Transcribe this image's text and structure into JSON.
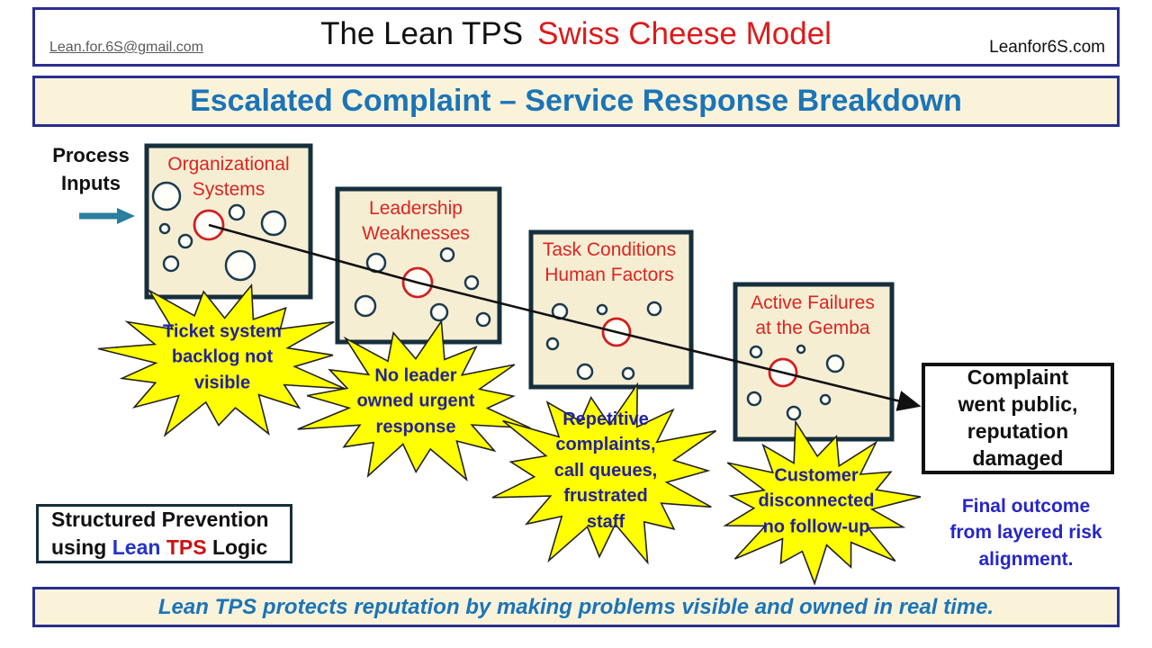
{
  "header": {
    "email": "Lean.for.6S@gmail.com",
    "title_black": "The Lean TPS",
    "title_red": "Swiss Cheese Model",
    "site": "Leanfor6S.com"
  },
  "title_bar": {
    "text": "Escalated Complaint – Service Response Breakdown"
  },
  "process_inputs": {
    "line1": "Process",
    "line2": "Inputs"
  },
  "slices": [
    {
      "label": "Organizational Systems",
      "label_lines": [
        "Organizational",
        "Systems"
      ],
      "failure": "Ticket system backlog not visible",
      "failure_lines": [
        "Ticket system",
        "backlog not",
        "visible"
      ]
    },
    {
      "label": "Leadership Weaknesses",
      "label_lines": [
        "Leadership",
        "Weaknesses"
      ],
      "failure": "No leader owned urgent response",
      "failure_lines": [
        "No leader",
        "owned urgent",
        "response"
      ]
    },
    {
      "label": "Task Conditions Human Factors",
      "label_lines": [
        "Task Conditions",
        "Human Factors"
      ],
      "failure": "Repetitive complaints, call queues, frustrated staff",
      "failure_lines": [
        "Repetitive",
        "complaints,",
        "call queues,",
        "frustrated",
        "staff"
      ]
    },
    {
      "label": "Active Failures at the Gemba",
      "label_lines": [
        "Active Failures",
        "at the Gemba"
      ],
      "failure": "Customer disconnected no follow-up",
      "failure_lines": [
        "Customer",
        "disconnected",
        "no follow-up"
      ]
    }
  ],
  "outcome_box": {
    "text": "Complaint went public, reputation damaged",
    "lines": [
      "Complaint",
      "went public,",
      "reputation",
      "damaged"
    ]
  },
  "final_outcome": {
    "text": "Final outcome from layered risk alignment.",
    "lines": [
      "Final outcome",
      "from layered risk",
      "alignment."
    ]
  },
  "prevention_box": {
    "line1": "Structured Prevention",
    "using": "using ",
    "lean": "Lean ",
    "tps": "TPS ",
    "logic": "Logic"
  },
  "banner": {
    "text": "Lean TPS protects reputation by making problems visible and owned in real time."
  },
  "colors": {
    "accent_blue": "#1b74b8",
    "navy_border": "#2a2e8f",
    "slice_border": "#152f3d",
    "slice_fill": "#f6eed3",
    "hole_stroke": "#1b3a4d",
    "hole_fill": "#fffef8",
    "red_hole": "#d02020",
    "red_text": "#dd2420",
    "burst_yellow": "#ffff00",
    "burst_outline": "#222222",
    "burst_text_navy": "#22229b",
    "lean_blue": "#2233cc",
    "tps_red": "#cc1111",
    "line_black": "#111111",
    "teal_arrow": "#2a7f9e",
    "cream_fill": "#faf3da"
  }
}
